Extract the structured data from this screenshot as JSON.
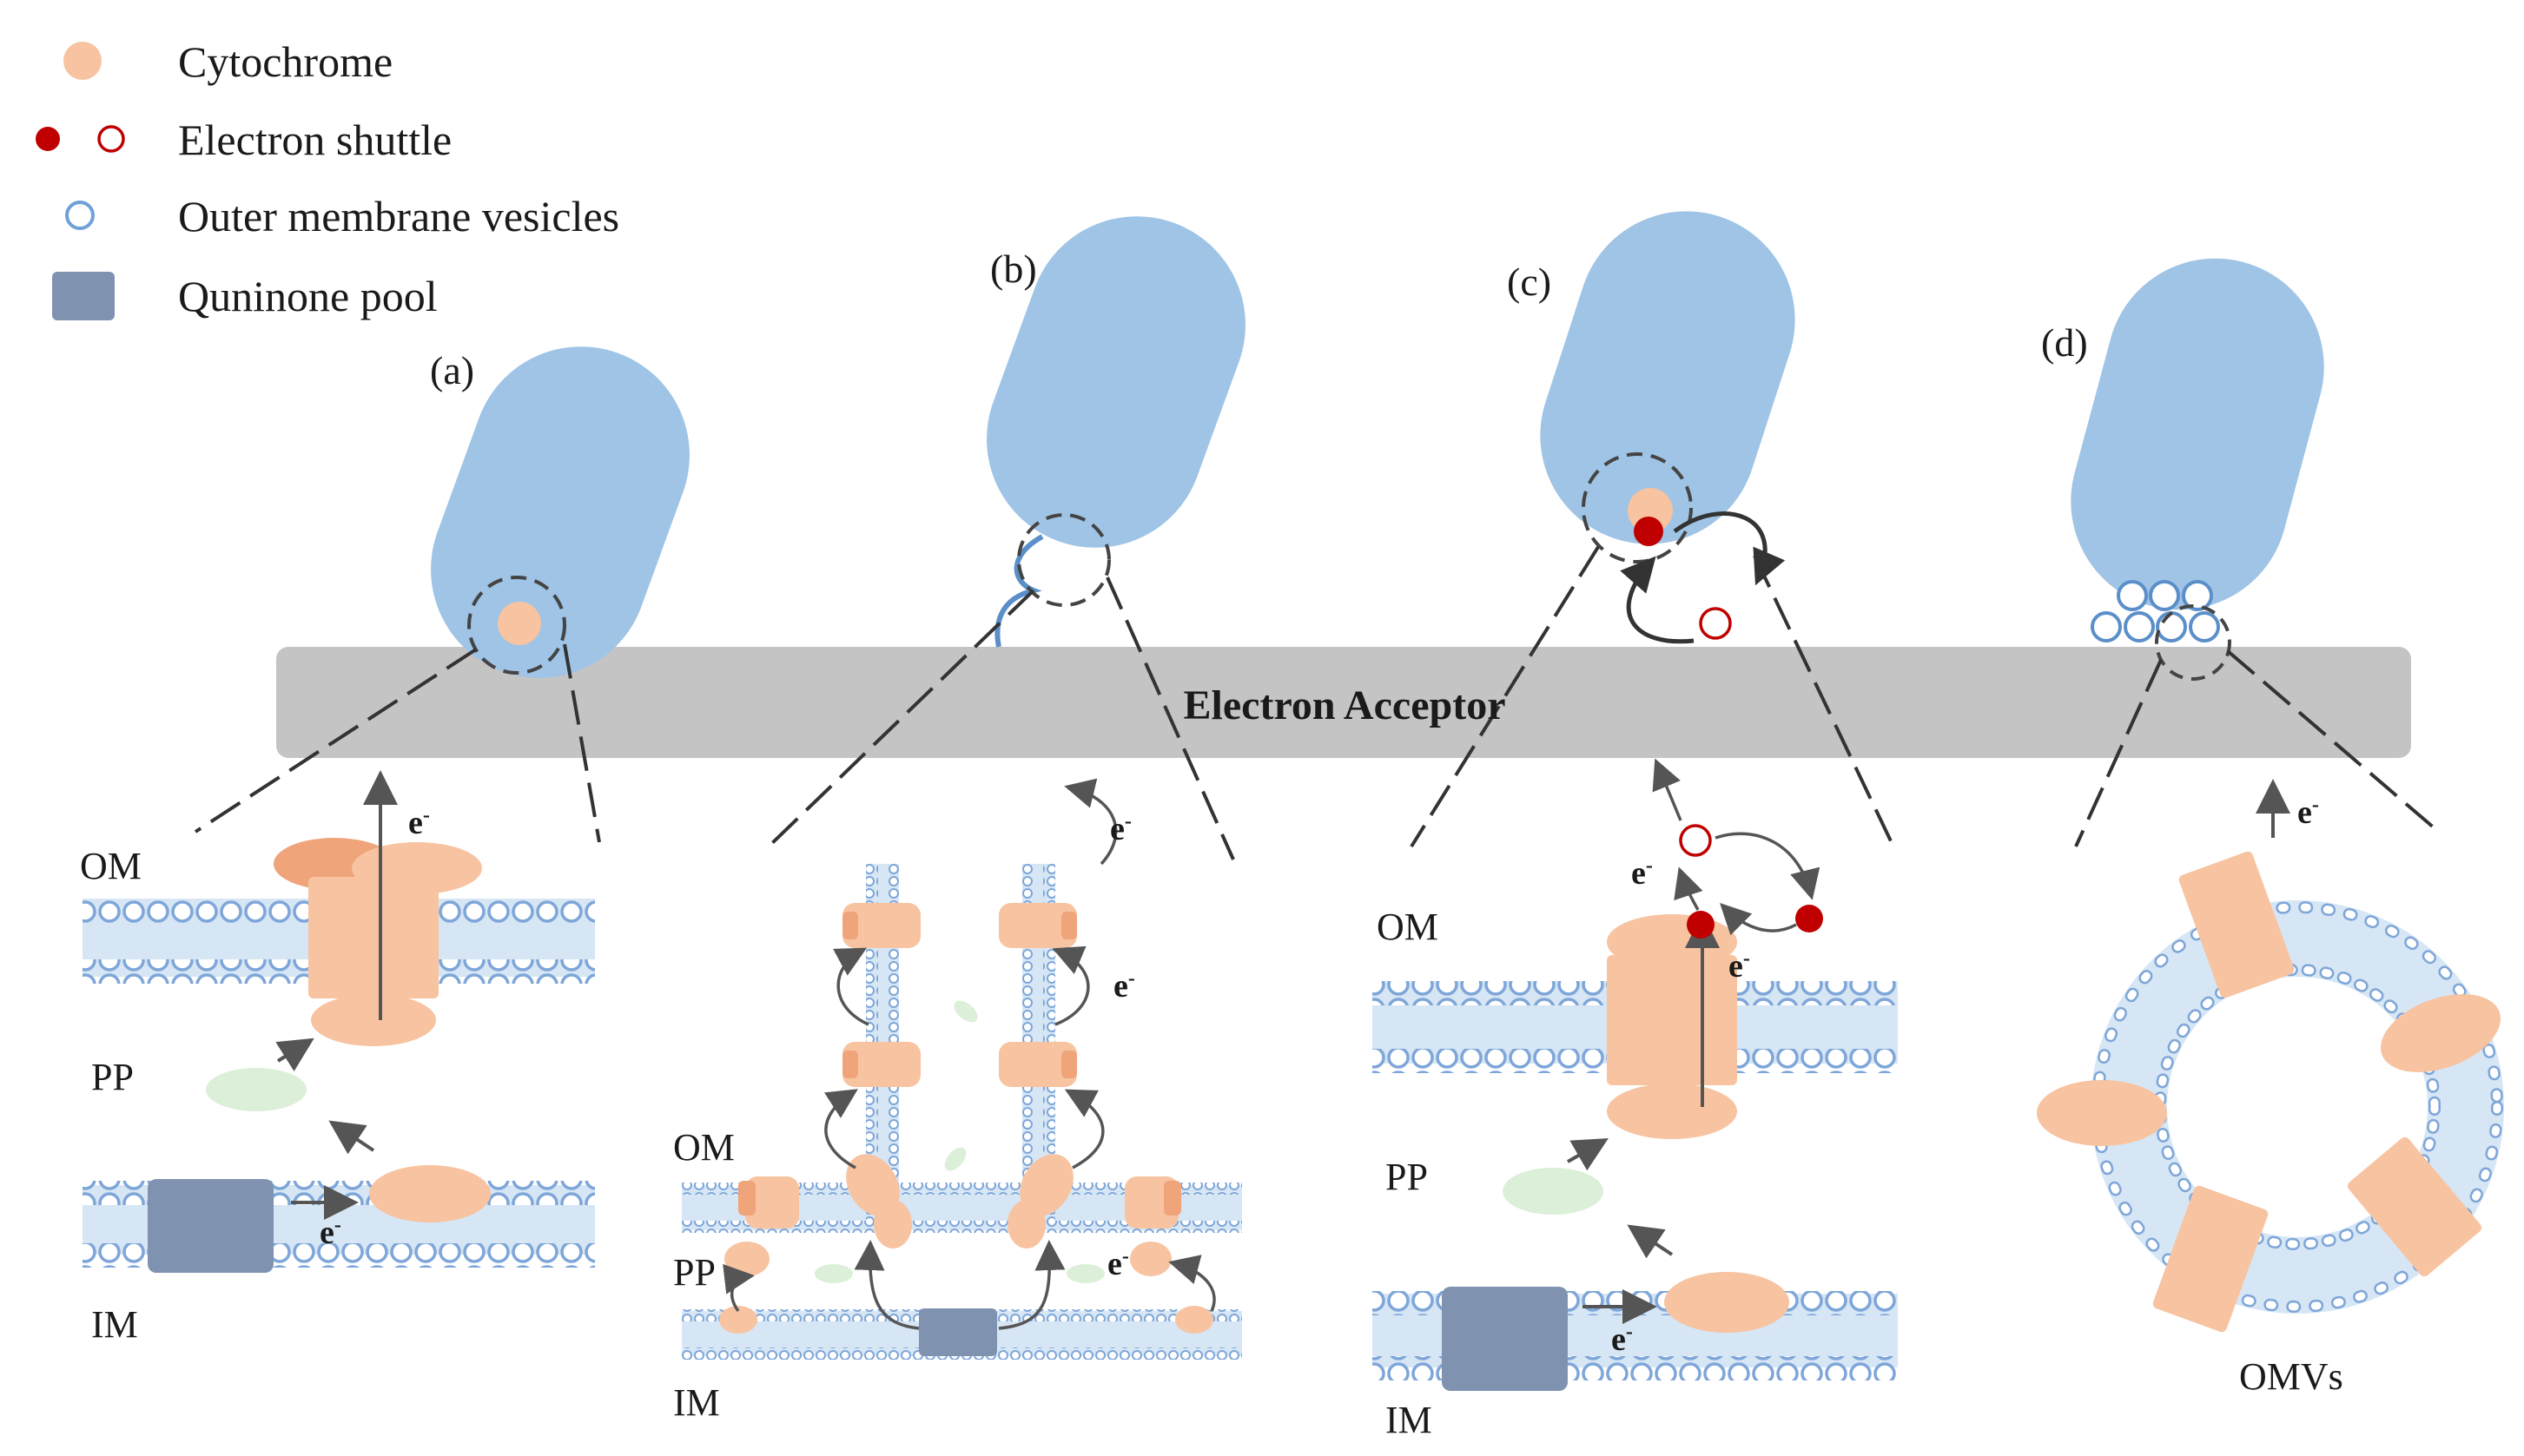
{
  "legend": {
    "cytochrome": "Cytochrome",
    "electron_shuttle": "Electron shuttle",
    "omv": "Outer membrane vesicles",
    "quinone": "Quninone pool"
  },
  "panels": {
    "a": "(a)",
    "b": "(b)",
    "c": "(c)",
    "d": "(d)"
  },
  "acceptor_label": "Electron Acceptor",
  "membrane_labels": {
    "om": "OM",
    "pp": "PP",
    "im": "IM",
    "omvs": "OMVs"
  },
  "electron": "e",
  "electron_sup": "-",
  "colors": {
    "cell": "#9fc4e6",
    "cytochrome": "#f7c3a0",
    "cytochrome_dark": "#efa47a",
    "shuttle": "#c00000",
    "membrane_fill": "#d6e6f5",
    "membrane_bead": "#7ea6d8",
    "quinone": "#7f93b0",
    "acceptor": "#c4c4c4",
    "periplasm_protein": "#dcefd8"
  }
}
